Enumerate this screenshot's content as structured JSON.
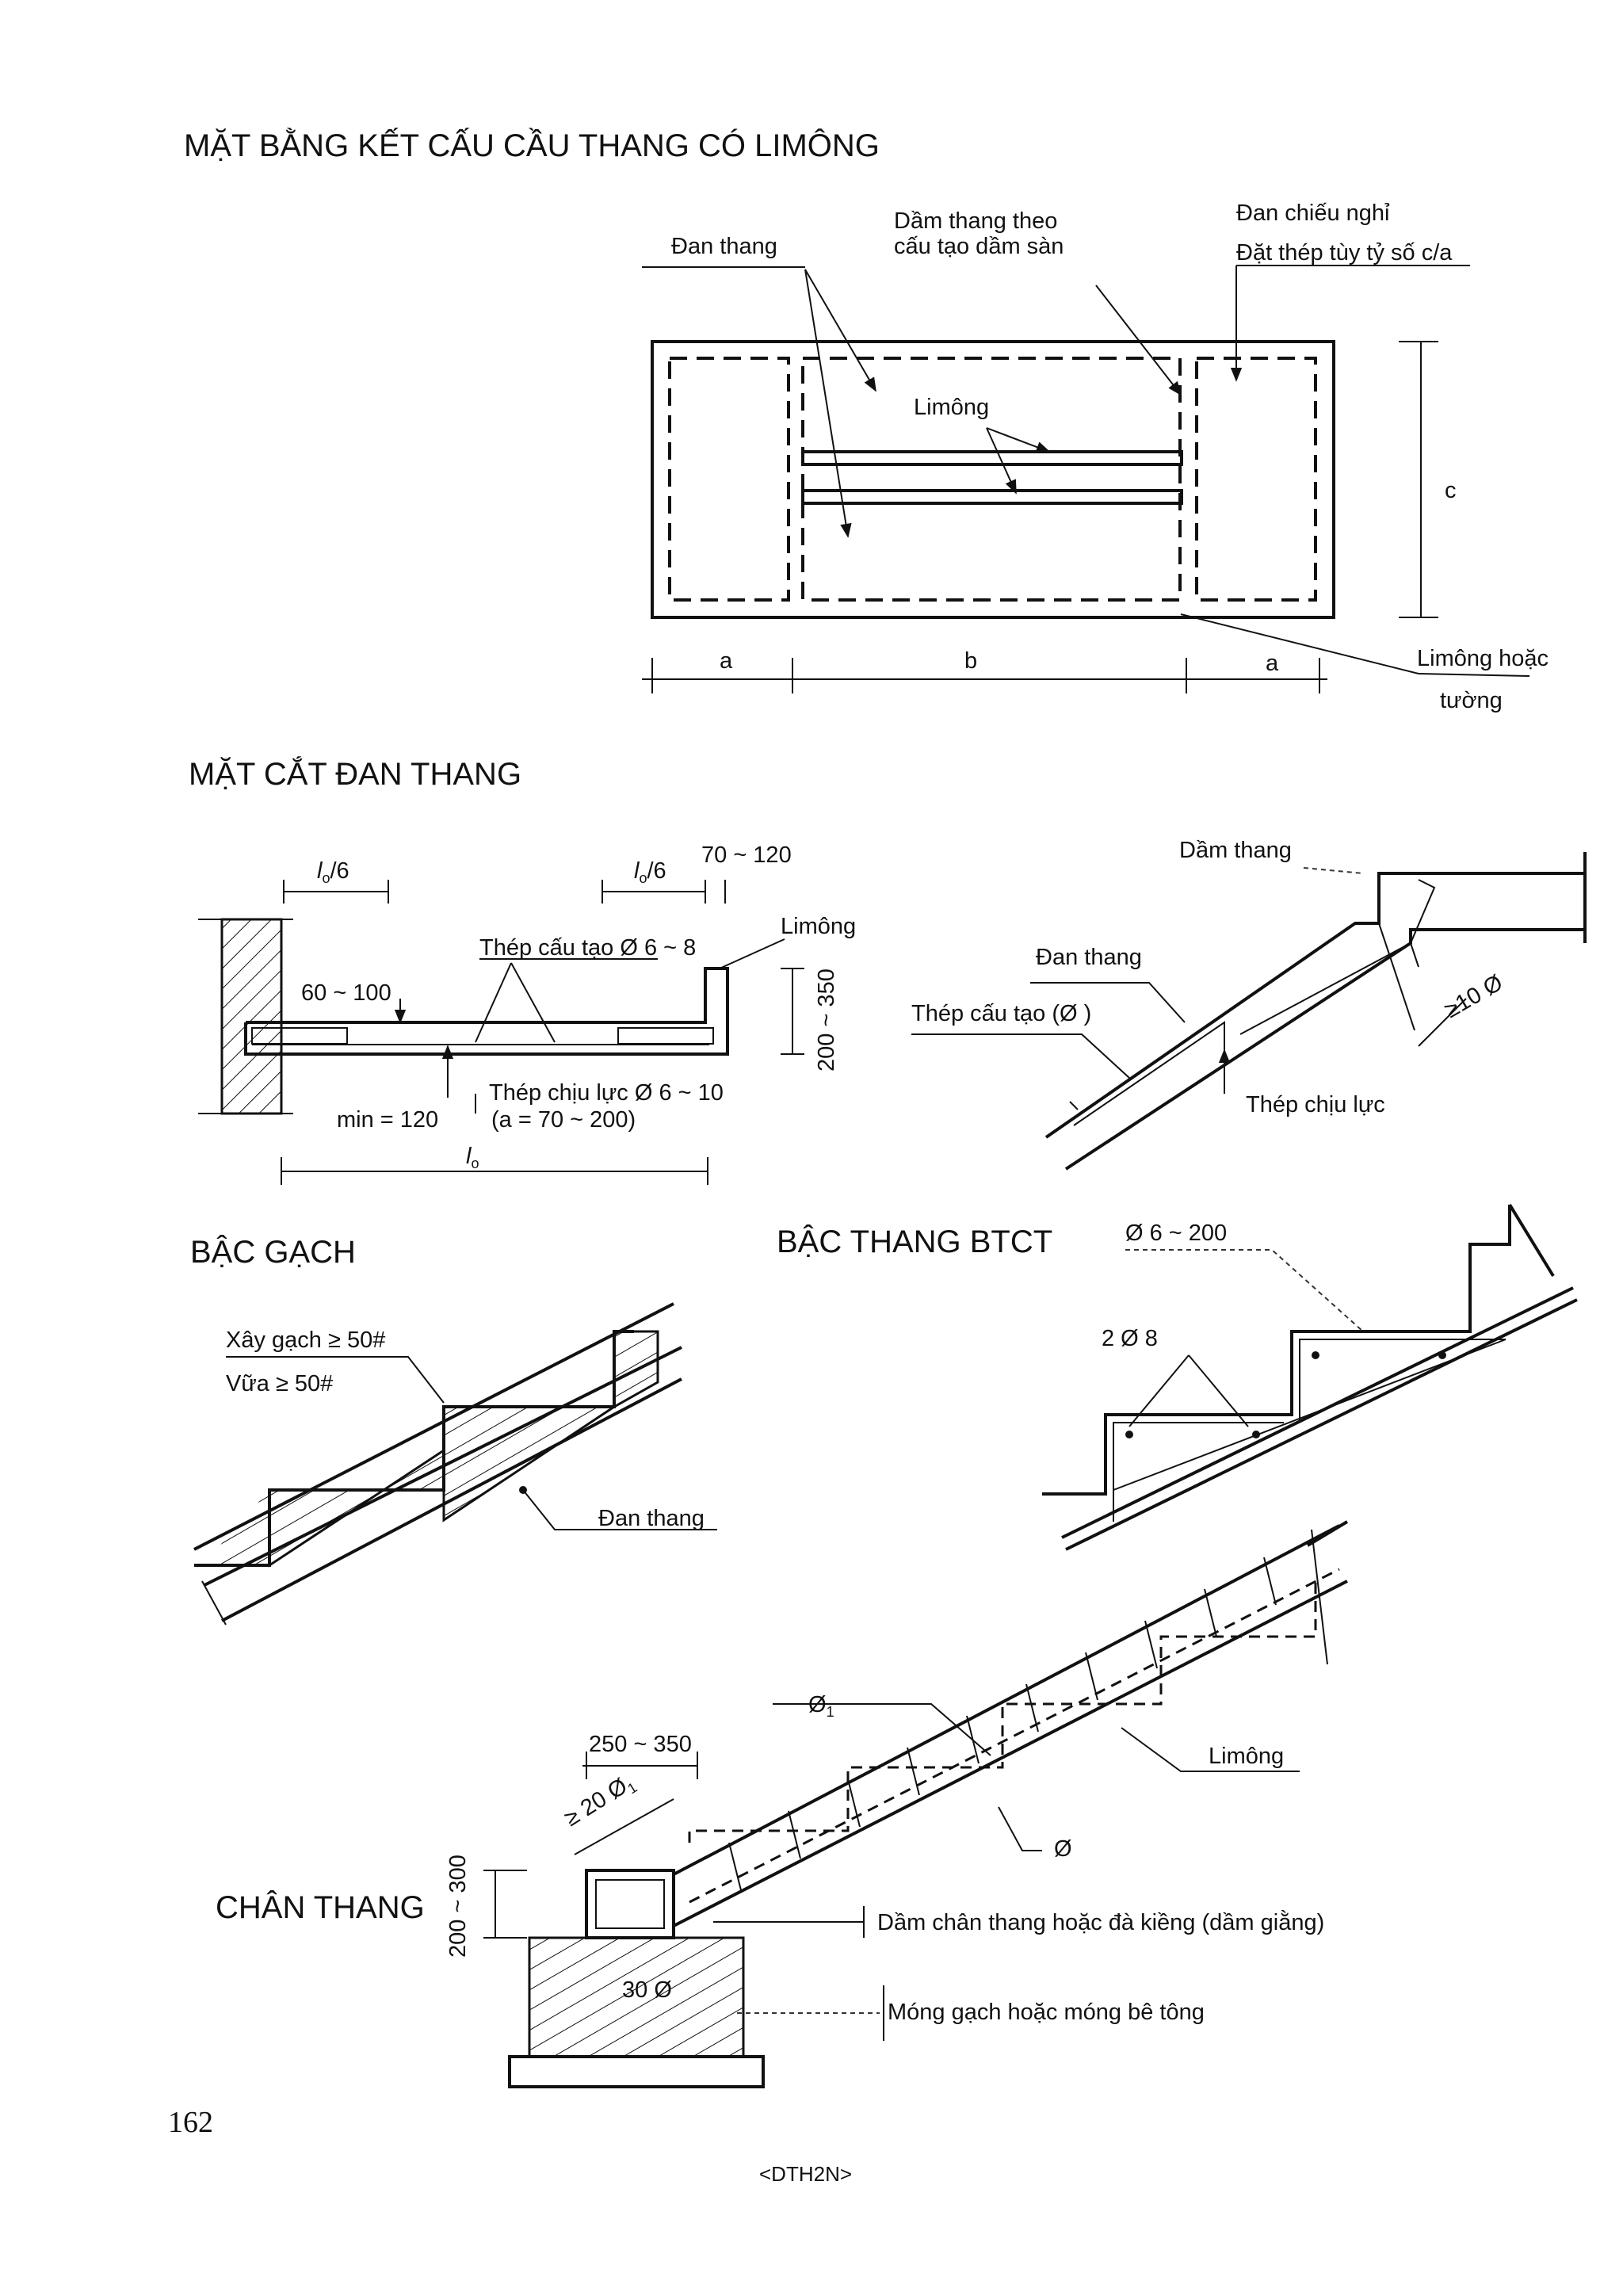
{
  "sections": {
    "plan_title": "MẶT BẰNG KẾT CẤU CẦU THANG CÓ LIMÔNG",
    "section_title": "MẶT CẮT ĐAN THANG",
    "brick_title": "BẬC GẠCH",
    "rc_title": "BẬC THANG BTCT",
    "foot_title": "CHÂN THANG"
  },
  "plan": {
    "dan_thang": "Đan thang",
    "dam_thang_1": "Dầm thang theo",
    "dam_thang_2": "cấu tạo dầm sàn",
    "dan_chieu_nghi": "Đan chiếu nghỉ",
    "dat_thep": "Đặt thép tùy tỷ số c/a",
    "limong": "Limông",
    "dim_c": "c",
    "dim_a1": "a",
    "dim_b": "b",
    "dim_a2": "a",
    "limong_hoac_1": "Limông hoặc",
    "limong_hoac_2": "tường"
  },
  "section": {
    "lo6_left": "/6",
    "lo6_right": "/6",
    "l_sym": "l",
    "l_sub": "o",
    "cover": "70 ~ 120",
    "limong": "Limông",
    "thep_cau_tao": "Thép cấu tạo Ø 6 ~ 8",
    "h60": "60 ~ 100",
    "h200": "200 ~ 350",
    "min120": "min = 120",
    "thep_chiu_luc": "Thép chịu lực Ø 6 ~ 10",
    "spacing": "(a = 70 ~ 200)",
    "lo": "o"
  },
  "slab_detail": {
    "dam_thang": "Dầm thang",
    "dan_thang": "Đan  thang",
    "thep_cau_tao": "Thép cấu tạo (Ø )",
    "anchor": "≥10 Ø",
    "thep_chiu_luc": "Thép chịu lực"
  },
  "brick": {
    "xay_gach": "Xây gạch ≥ 50#",
    "vua": "Vữa ≥ 50#",
    "dan_thang": "Đan thang"
  },
  "rc": {
    "phi6": "Ø 6 ~ 200",
    "phi8": "2 Ø 8"
  },
  "foot": {
    "phi1": "Ø",
    "phi1_sub": "1",
    "dim250": "250 ~ 350",
    "anchor20": "≥ 20 Ø",
    "anchor20_sub": "1",
    "limong": "Limông",
    "phi": "Ø",
    "h200": "200 ~ 300",
    "dam_chan": "Dầm chân thang hoặc đà kiềng (dầm giằng)",
    "mong": "Móng gạch hoặc móng bê tông",
    "d30": "30 Ø"
  },
  "page_number": "162",
  "footer_tag": "<DTH2N>"
}
